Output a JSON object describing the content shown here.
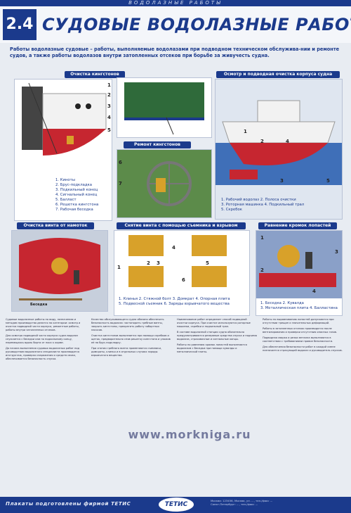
{
  "header": {
    "top_strip": "ВОДОЛАЗНЫЕ    РАБОТЫ",
    "number": "2.4",
    "title": "СУДОВЫЕ ВОДОЛАЗНЫЕ РАБОТЫ"
  },
  "intro": "Работы водолазные судовые – работы, выполняемые водолазами при подводном техническом обслужива-нии и ремонте судов, а также работы водолазов внутри затопленных отсеков при борьбе за живучесть судна.",
  "panels": {
    "kingston_cleaning": {
      "title": "Очистка кингстонов",
      "callouts": [
        "1",
        "2",
        "3",
        "4",
        "5"
      ],
      "legend": [
        "1. Киноты",
        "2. Брус-подкладка",
        "3. Подкильный конец",
        "4. Сигнальный конец",
        "5. Балласт",
        "6. Решетка кингстона",
        "7. Рабочая беседка"
      ]
    },
    "kingston_repair": {
      "title": "Ремонт кингстонов",
      "callouts": [
        "6",
        "7"
      ]
    },
    "hull_inspection": {
      "title": "Осмотр и подводная очистка корпуса судна",
      "callouts": [
        "1",
        "2",
        "3",
        "4",
        "5"
      ],
      "legend": [
        "1. Рабочий водолаз  2. Полоса очистки",
        "3. Роторная машинка  4. Подкильный трал",
        "5. Скребок"
      ]
    },
    "propeller_cleaning": {
      "title": "Очистка винта от намоток",
      "label": "Беседка"
    },
    "propeller_removal": {
      "title": "Снятие винта с помощью съемника и взрывом",
      "callouts": [
        "1",
        "2",
        "3",
        "4",
        "5",
        "6"
      ],
      "legend": [
        "1. Клинья  2. Стяжной болт  3. Домкрат  4. Опорная плита",
        "5. Подвесной съемник  6. Заряды взрывчатого вещества"
      ]
    },
    "blade_leveling": {
      "title": "Равнение кромок лопастей",
      "callouts": [
        "1",
        "2",
        "3",
        "4"
      ],
      "legend": [
        "1. Беседка  2. Кувалда",
        "3. Металлическая плита  4. Балластина"
      ]
    }
  },
  "text_columns": [
    [
      "Судовые водолазные работы по виду, назначению и методам производства делятся на категории: осмотр и очистка подводной части корпуса, ремонтные работы, работы внутри затопленных отсеков.",
      "Для осмотра подводной части корпуса судна водолаз спускается с беседки или по подкильному концу, перемещаясь вдоль борта от носа к корме.",
      "До начала выполнения судовых водолазных работ под руководством водолазного специалиста производится инструктаж, проверка снаряжения и средств связи, обеспечивается безопасность спуска."
    ],
    [
      "Качество обслуживающего судна обязано обеспечить безопасность водолаза: застопорить гребные винты, закрыть кингстоны, прекратить работу забортных насосов.",
      "Очистка кингстонов выполняется при помощи скребков и щеток, предварительно сняв решетку кингстона и уложив её на брус-подкладку.",
      "При снятии гребного винта применяются съемники, домкраты, клинья и в отдельных случаях заряды взрывчатого вещества."
    ],
    [
      "Наименование работ определяет способ подводной очистки корпуса. При очистке используются роторные машинки, скребки и подкильный трал.",
      "В составе водолазной станции судна обязательно предусматриваются резервные средства спуска и подъема водолаза, страховочные и сигнальные концы.",
      "Работы по равнению кромок лопастей выполняются водолазом с беседки при помощи кувалды и металлической плиты."
    ],
    [
      "Работы по выравниванию лопастей допускаются при отсутствии трещин и значительных деформаций.",
      "Работы в затопленных отсеках производятся после вентилирования и проверки отсутствия опасных газов.",
      "Подводная сварка и резка металла выполняются в соответствии с требованиями правил безопасности.",
      "Для обеспечения безопасности работ в каждой смене назначается страхующий водолаз и руководитель спусков."
    ]
  ],
  "watermark": "www.morkniga.ru",
  "footer": {
    "text": "Плакаты подготовлены фирмой ТЕТИС",
    "logo": "ТЕТИС",
    "contacts": [
      "Москва: 123456, Москва, ул. ..., тел./факс ...",
      "Санкт-Петербург: ..., тел./факс ..."
    ]
  },
  "colors": {
    "brand": "#1b3a8c",
    "hull_red": "#c62630",
    "hull_white": "#f2f2f2",
    "sea_blue": "#3f6fb8",
    "bronze": "#d8a12a"
  }
}
